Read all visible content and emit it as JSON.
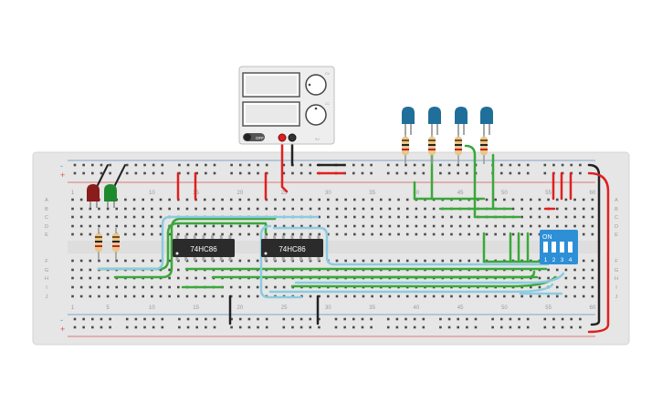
{
  "colors": {
    "background": "#ffffff",
    "breadboard": "#e6e6e6",
    "hole": "#4a4a4a",
    "rail_negative": "#5b8fc7",
    "rail_positive": "#d9534f",
    "wire_green": "#3aa83a",
    "wire_blue": "#8ccbe0",
    "wire_red": "#e02020",
    "wire_black": "#222222",
    "chip": "#2b2b2b",
    "dip_switch": "#2d8fd6",
    "led_red": "#8b1c1c",
    "led_green": "#1e8a2e",
    "led_blue": "#1f6f9a",
    "resistor_body": "#e6c88a"
  },
  "power_supply": {
    "button_label": "OFF",
    "knob_labels": [
      "CV",
      "CC"
    ],
    "brand": "5V"
  },
  "breadboard": {
    "column_numbers": [
      "1",
      "5",
      "10",
      "15",
      "20",
      "25",
      "30",
      "35",
      "40",
      "45",
      "50",
      "55",
      "60"
    ],
    "row_letters_top": [
      "A",
      "B",
      "C",
      "D",
      "E"
    ],
    "row_letters_bottom": [
      "F",
      "G",
      "H",
      "I",
      "J"
    ],
    "rail_signs": [
      "-",
      "+"
    ]
  },
  "chips": [
    {
      "label": "74HC86"
    },
    {
      "label": "74HC86"
    }
  ],
  "dip_switch": {
    "label": "ON",
    "numbers": [
      "1",
      "2",
      "3",
      "4"
    ]
  },
  "leds": [
    {
      "color": "red",
      "name": "red-led"
    },
    {
      "color": "green",
      "name": "green-led"
    },
    {
      "color": "blue",
      "name": "blue-led-1"
    },
    {
      "color": "blue",
      "name": "blue-led-2"
    },
    {
      "color": "blue",
      "name": "blue-led-3"
    },
    {
      "color": "blue",
      "name": "blue-led-4"
    }
  ],
  "icons": [
    "power-supply-icon",
    "knob-icon",
    "switch-icon",
    "led-icon",
    "resistor-icon",
    "chip-icon",
    "dip-switch-icon"
  ]
}
